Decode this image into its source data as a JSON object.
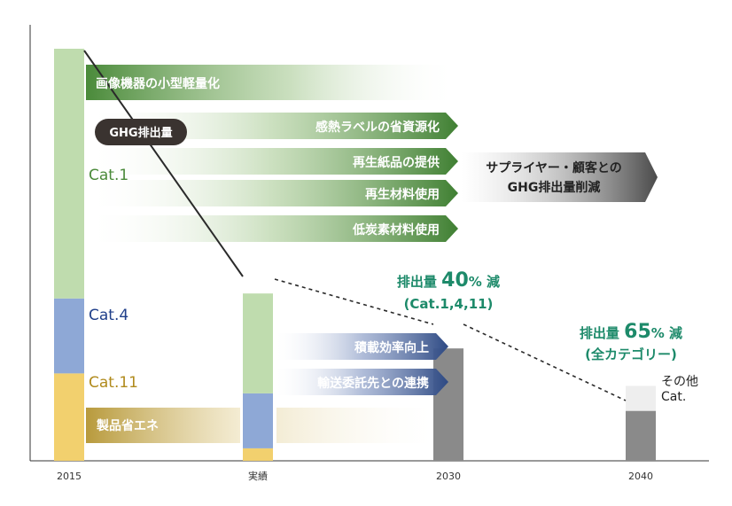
{
  "chart_data": {
    "type": "bar",
    "title": "",
    "xlabel": "",
    "ylabel": "",
    "categories": [
      "2015",
      "実績",
      "2030",
      "2040"
    ],
    "series": [
      {
        "name": "Cat.1",
        "values": [
          100,
          40,
          null,
          null
        ]
      },
      {
        "name": "Cat.4",
        "values": [
          30,
          22,
          null,
          null
        ]
      },
      {
        "name": "Cat.11",
        "values": [
          35,
          5,
          null,
          null
        ]
      },
      {
        "name": "",
        "values": [
          null,
          null,
          45,
          20
        ]
      },
      {
        "name": "その他Cat.",
        "values": [
          null,
          null,
          0,
          10
        ]
      }
    ],
    "ylim": [
      0,
      165
    ],
    "grid": false,
    "segment_labels": {
      "cat1": "Cat.1",
      "cat4": "Cat.4",
      "cat11": "Cat.11",
      "other_line1": "その他",
      "other_line2": "Cat."
    },
    "arrows": {
      "cat1": [
        "画像機器の小型軽量化",
        "感熱ラベルの省資源化",
        "再生紙品の提供",
        "再生材料使用",
        "低炭素材料使用"
      ],
      "cat4": [
        "積載効率向上",
        "輸送委託先との連携"
      ],
      "cat11": [
        "製品省エネ"
      ],
      "supplier_line1": "サプライヤー・顧客との",
      "supplier_line2": "GHG排出量削減"
    },
    "annotations": {
      "ghg_badge": "GHG排出量",
      "target_2030": {
        "prefix": "排出量",
        "value": "40",
        "unit": "%",
        "suffix": "減",
        "scope": "(Cat.1,4,11)"
      },
      "target_2040": {
        "prefix": "排出量",
        "value": "65",
        "unit": "%",
        "suffix": "減",
        "scope": "(全カテゴリー)"
      }
    },
    "colors": {
      "cat1": "#bfdcae",
      "cat4": "#8ea8d6",
      "cat11": "#f2d06e",
      "target": "#8a8a8a",
      "other": "#eeeeee",
      "arrow_green": "#4a8a3a",
      "arrow_blue": "#2e4a84",
      "arrow_gold": "#b89a3c",
      "arrow_gray": "#555555",
      "accent_teal": "#1d8a6a",
      "cat4_text": "#1f3f8a",
      "cat11_text": "#b08a1c"
    }
  }
}
